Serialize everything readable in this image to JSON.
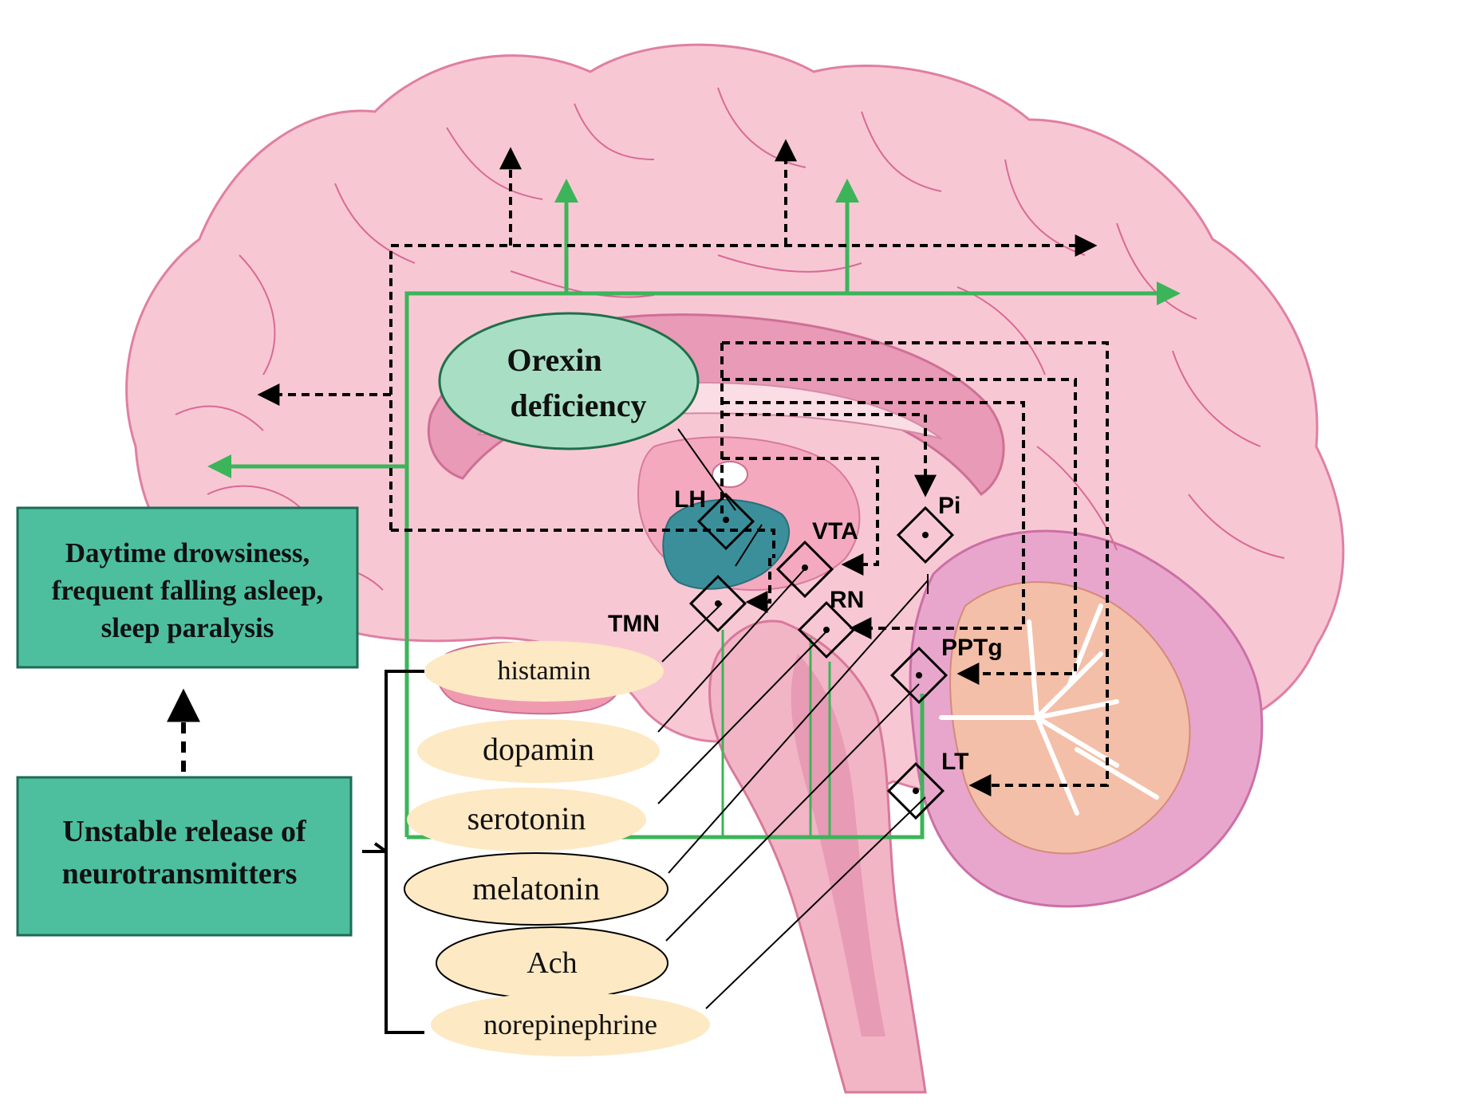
{
  "orexin": {
    "line1": "Orexin",
    "line2": "deficiency"
  },
  "symptoms_box": {
    "line1": "Daytime drowsiness,",
    "line2": "frequent falling asleep,",
    "line3": "sleep paralysis"
  },
  "cause_box": {
    "line1": "Unstable release of",
    "line2": "neurotransmitters"
  },
  "regions": {
    "LH": "LH",
    "VTA": "VTA",
    "Pi": "Pi",
    "TMN": "TMN",
    "RN": "RN",
    "PPTg": "PPTg",
    "LT": "LT"
  },
  "neurotransmitters": [
    "histamin",
    "dopamin",
    "serotonin",
    "melatonin",
    "Ach",
    "norepinephrine"
  ],
  "colors": {
    "brain": "#f6c6d2",
    "brain_outline": "#e08aa8",
    "inner": "#f2a6bd",
    "cerebellum": "#e9a4c9",
    "green_box": "#4dbf9f",
    "orexin_fill": "#a8dfc4",
    "teal_region": "#3b8f9b",
    "green_arrow": "#3cb45a",
    "pill": "#fde9c4"
  }
}
